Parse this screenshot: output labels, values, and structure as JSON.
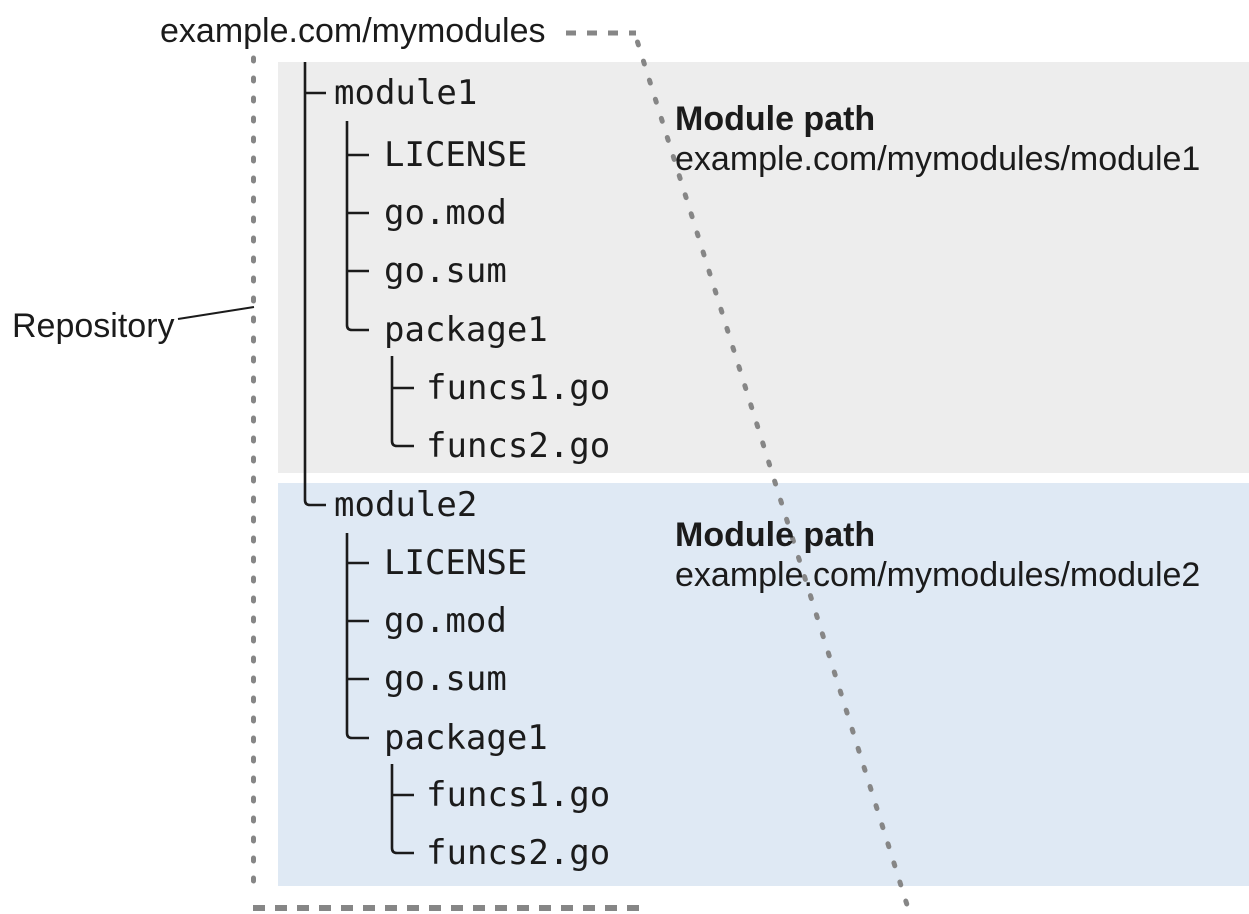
{
  "title": "example.com/mymodules",
  "repository_label": "Repository",
  "modules": [
    {
      "heading": "Module path",
      "path": "example.com/mymodules/module1",
      "tree": [
        "module1",
        "LICENSE",
        "go.mod",
        "go.sum",
        "package1",
        "funcs1.go",
        "funcs2.go"
      ]
    },
    {
      "heading": "Module path",
      "path": "example.com/mymodules/module2",
      "tree": [
        "module2",
        "LICENSE",
        "go.mod",
        "go.sum",
        "package1",
        "funcs1.go",
        "funcs2.go"
      ]
    }
  ],
  "colors": {
    "module1_bg": "#ededed",
    "module2_bg": "#dfe9f4",
    "dash": "#868686",
    "line": "#1b1b1b",
    "text": "#1b1b1b"
  }
}
